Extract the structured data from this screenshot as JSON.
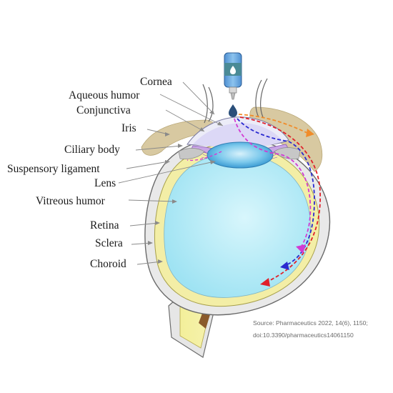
{
  "labels": {
    "cornea": "Cornea",
    "aqueous_humor": "Aqueous humor",
    "conjunctiva": "Conjunctiva",
    "iris": "Iris",
    "ciliary_body": "Ciliary body",
    "suspensory_ligament": "Suspensory ligament",
    "lens": "Lens",
    "vitreous_humor": "Vitreous humor",
    "retina": "Retina",
    "sclera": "Sclera",
    "choroid": "Choroid"
  },
  "source": {
    "line1": "Source: Pharmaceutics 2022, 14(6), 1150;",
    "line2": "doi:10.3390/pharmaceutics14061150"
  },
  "colors": {
    "vitreous": "#aeeaf7",
    "sclera": "#e8e8e8",
    "choroid_retina": "#f5f0a8",
    "eyelid": "#d6c79f",
    "lens": "#5fb7e4",
    "iris": "#c9a6e6",
    "optic_nerve": "#8a5a2b",
    "bottle": "#6aa8e0",
    "path_orange": "#f08c2a",
    "path_red": "#e0202a",
    "path_blue": "#2a2ad0",
    "path_magenta": "#d23ad2"
  }
}
